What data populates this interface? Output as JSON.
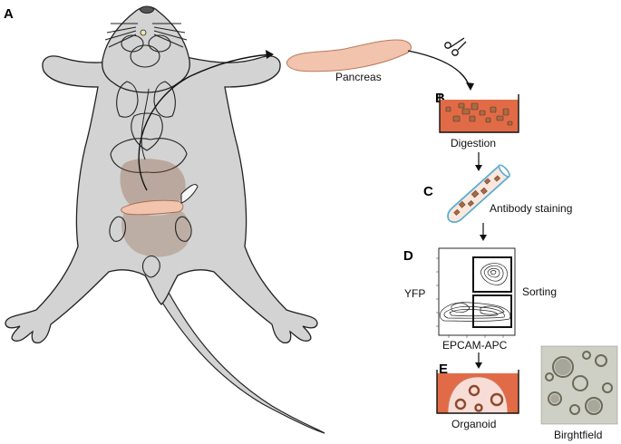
{
  "panels": {
    "a": "A",
    "b": "B",
    "c": "C",
    "d": "D",
    "e": "E"
  },
  "labels": {
    "pancreas": "Pancreas",
    "digestion": "Digestion",
    "antibody_staining": "Antibody staining",
    "yfp": "YFP",
    "epcam": "EPCAM-APC",
    "sorting": "Sorting",
    "organoid": "Organoid",
    "brightfield": "Birghtfield"
  },
  "icons": {
    "scissors": "scissors-icon"
  },
  "colors": {
    "body": "#d3d3d3",
    "pancreas": "#f2c3ad",
    "digestion_medium": "#e26b47",
    "tissue_fragment": "#a76a45",
    "tube": "#5aaed6",
    "organoid_ring": "#8b4a2c",
    "matrigel": "#f8dcd6"
  }
}
